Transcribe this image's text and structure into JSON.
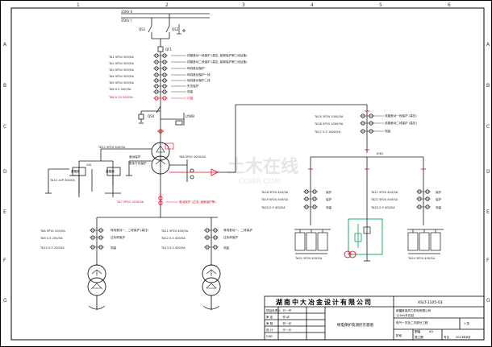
{
  "colors": {
    "line": "#1a1a1a",
    "red": "#e8001c",
    "green": "#00a84f",
    "blue": "#1c3fd8",
    "frame": "#000000",
    "watermark": "#d9d9d9",
    "grid": "#5a5a5a"
  },
  "frame_grid": {
    "top_numbers": [
      "1",
      "2",
      "3",
      "4",
      "5",
      "6"
    ],
    "left_letters": [
      "A",
      "B",
      "C",
      "D",
      "E",
      "F",
      "G"
    ]
  },
  "buses": {
    "bus2": "35KV Ⅱ",
    "bus1": "35KV Ⅰ",
    "bus10kv": "10KV"
  },
  "switches": {
    "left_qs": "QS1",
    "right_qs": "QS2",
    "qf_main": "QF1",
    "qs_lower": "QS4",
    "lower_right": "LYWB"
  },
  "main_cts": [
    {
      "text": "TA1 5P20 500/5A",
      "color": "line"
    },
    {
      "text": "TA2 5P20 500/5A",
      "color": "line"
    },
    {
      "text": "TA3 5P20 500/5A",
      "color": "line"
    },
    {
      "text": "TA4 5P20 500/5A",
      "color": "line"
    },
    {
      "text": "TA5 5P20 500/5A",
      "color": "line"
    },
    {
      "text": "TA6 0.5 500/5A",
      "color": "line"
    },
    {
      "text": "TA6 0.2S 500/5A",
      "color": "red"
    }
  ],
  "main_notes": [
    {
      "text": "线路差动一段保护 (高压, 距离保护第三段后备)",
      "color": "line"
    },
    {
      "text": "线路差动二段保护 (高压, 距离保护第三段后备)",
      "color": "line"
    },
    {
      "text": "母线差动保护",
      "color": "line"
    },
    {
      "text": "母线差动保护一段",
      "color": "line"
    },
    {
      "text": "母线差动保护二段",
      "color": "line"
    },
    {
      "text": "失灵保护",
      "color": "line"
    },
    {
      "text": "测量",
      "color": "line"
    },
    {
      "text": "计量",
      "color": "red"
    }
  ],
  "transformer": {
    "left_block_top": "TA11 5P20 300/5A",
    "left_label": "GIS",
    "left_ct": "TA10 10P 300/5A",
    "left_box_a": "避雷器",
    "left_box_b": "避雷器",
    "mid_label_a": "差动保护",
    "mid_label_b": "零序方向保护",
    "right_ct": "TA8 5P20 3000/5A",
    "red_ct": "TA7 5P20 1200/5A",
    "red_note": "差动保护 (过流, 速断保护等)"
  },
  "right_feeder": {
    "cts": [
      {
        "text": "TA15 5P20 1000/5A",
        "color": "line"
      },
      {
        "text": "TA16 5P20 1000/5A",
        "color": "line"
      },
      {
        "text": "TA17 0.5 1000/5A",
        "color": "line"
      }
    ],
    "notes": [
      "线路差动一段保护 (高压)",
      "线路差动二段保护 (高压)",
      "测量"
    ]
  },
  "lower_left": {
    "cts": [
      "TA8 5P20 200/5A",
      "TA9 0.5 200/5A",
      "TA10 0.5 200/5A"
    ],
    "notes": [
      "母线差动一、二段保护 (高压)",
      "过负荷保护",
      "测量"
    ]
  },
  "lower_mid": {
    "cts": [
      "TA11 5P20 400/5A",
      "TA12 0.5 400/5A",
      "TA13 0.5 400/5A"
    ],
    "notes": [
      "母线差动一、二段保护",
      "过负荷保护",
      "测量"
    ]
  },
  "right_branch_left": {
    "cts": [
      "TA18 5P20 400/5A",
      "TA19 5P20 400/5A",
      "TA20 0.5 400/5A"
    ],
    "notes": [
      "保护",
      "保护",
      "测量"
    ],
    "bottom": "TA22 5P20 400/5A"
  },
  "right_branch_right": {
    "cts": [
      "TA21 5P20 400/5A",
      "TA22 5P20 400/5A",
      "TA23 0.5 400/5A"
    ],
    "notes": [
      "保护",
      "保护",
      "测量"
    ],
    "bottom": "TA24 5P20 400/5A"
  },
  "title_block": {
    "company": "湖南中大冶金设计有限公司",
    "drawing_no": "XSLT-1105-03",
    "labels": [
      "项目负责人",
      "审  定",
      "审  核",
      "设  计",
      "CAD"
    ],
    "signatures": [
      "刘一伟",
      "郭  诚",
      "胡一佳",
      "孙一冰"
    ],
    "center_title": "继电保护及测控示意图",
    "project_a": "新疆某某风力发电有限公司",
    "project_b": "110kV升压站",
    "project_c": "电气一次及二次部分工程",
    "stage_label": "阶段",
    "stage_value": "施工图",
    "scale_label": "图幅",
    "scale_value": "A3",
    "date_label": "日期",
    "date_value": "2013年8月",
    "sheet": "1 张",
    "volume_label": "专业"
  },
  "watermark": {
    "text": "土木在线",
    "sub": "COI88.COM"
  }
}
